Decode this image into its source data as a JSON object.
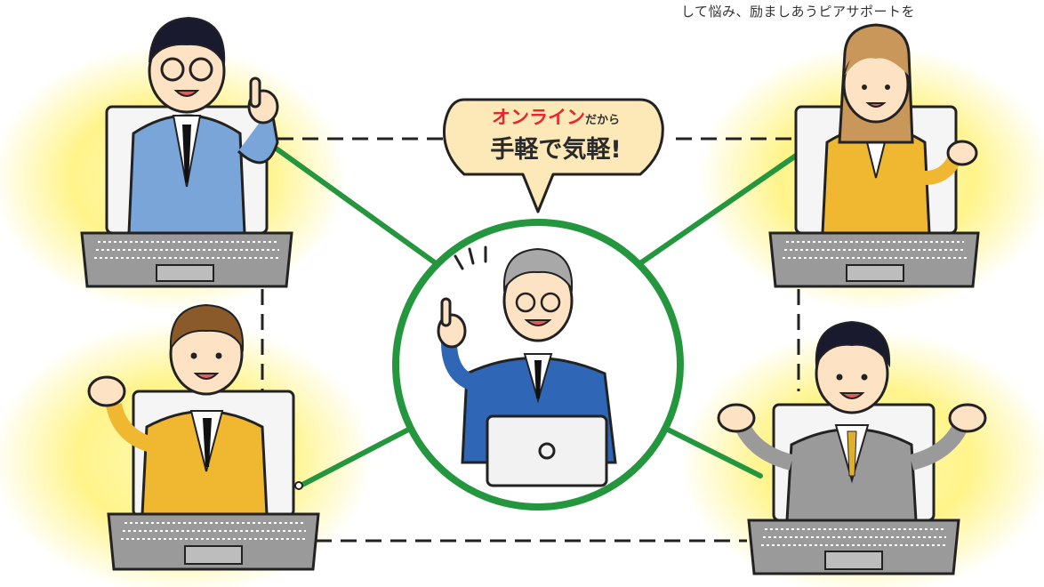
{
  "caption": "して悩み、励ましあうピアサポートを",
  "bubble": {
    "highlight": "オンライン",
    "suffix": "だから",
    "headline": "手軽で気軽!"
  },
  "colors": {
    "connection_green": "#24963d",
    "glow_yellow": "#fff48a",
    "laptop_gray": "#8f8f8f",
    "bubble_fill": "#fde8b8",
    "highlight_red": "#e8262d"
  },
  "participants": [
    {
      "role": "man in blue suit with glasses, index finger raised",
      "suit": "#7aa5d8"
    },
    {
      "role": "woman in yellow suit, waving",
      "suit": "#f0b730"
    },
    {
      "role": "man in yellow suit, waving",
      "suit": "#f0b730"
    },
    {
      "role": "man in gray suit with yellow tie, arms open",
      "suit": "#9a9a9a"
    },
    {
      "role": "older facilitator in blue suit at laptop (center)",
      "suit": "#2f66b5"
    }
  ]
}
